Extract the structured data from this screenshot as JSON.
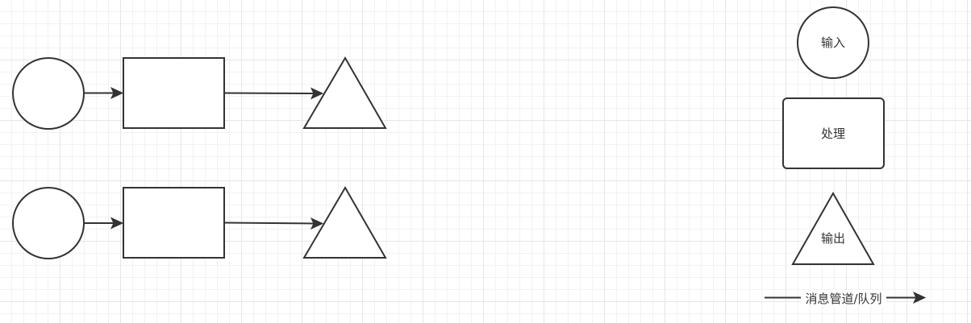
{
  "diagram": {
    "legend": {
      "input_label": "输入",
      "process_label": "处理",
      "output_label": "输出",
      "channel_label": "消息管道/队列"
    },
    "colors": {
      "stroke": "#333333",
      "fill": "#ffffff",
      "grid_major": "#e6e6e6",
      "grid_minor": "#f2f2f2"
    }
  }
}
